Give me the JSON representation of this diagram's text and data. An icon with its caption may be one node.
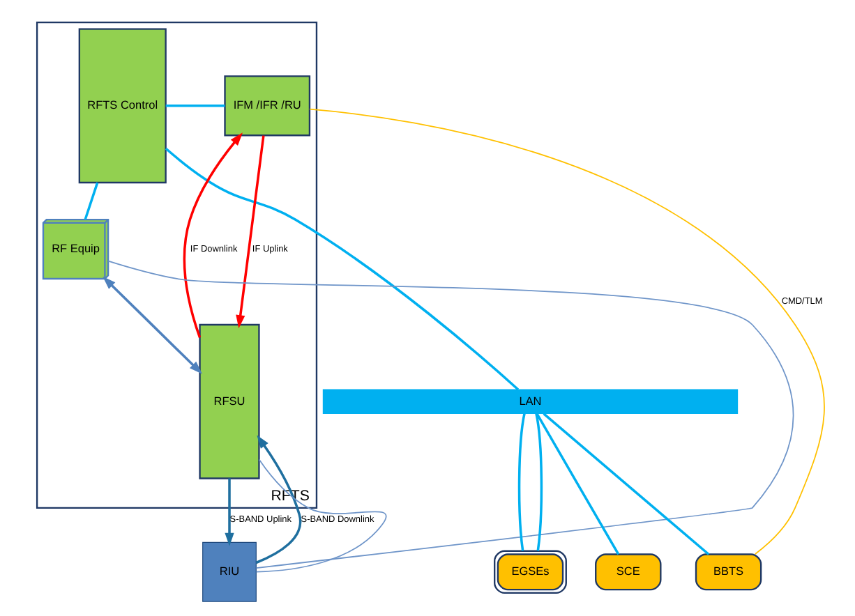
{
  "diagram": {
    "nodes": [
      {
        "text": [
          "RFTS"
        ]
      },
      {
        "text": [
          "RFTS Control"
        ],
        "in": 0
      },
      {
        "text": [
          "IFM /IFR /RU"
        ],
        "in": 0
      },
      {
        "text": [
          "RF Equip"
        ],
        "in": 0
      },
      {
        "text": [
          "RFSU"
        ],
        "in": 0
      },
      {
        "text": [
          "RIU"
        ]
      },
      {
        "text": [
          "LAN"
        ]
      },
      {
        "text": [
          "SCE"
        ]
      },
      {
        "text": [
          "BBTS"
        ]
      },
      {
        "text": [
          "EGSEs"
        ]
      }
    ],
    "edges": [
      {
        "from": 2,
        "to": 4,
        "arrow": "to",
        "label": "IF Uplink",
        "color": "#ff0000"
      },
      {
        "from": 4,
        "to": 2,
        "arrow": "to",
        "label": "IF Downlink",
        "color": "#ff0000"
      },
      {
        "from": 4,
        "to": 5,
        "arrow": "to",
        "label": "S-BAND Uplink",
        "color": "#1f6f9f"
      },
      {
        "from": 5,
        "to": 4,
        "arrow": "to",
        "label": "S-BAND Downlink",
        "color": "#1f6f9f"
      },
      {
        "from": 3,
        "to": 4,
        "arrow": "both",
        "color": "#4f81bd"
      },
      {
        "from": 1,
        "to": 2,
        "arrow": "none"
      },
      {
        "from": 1,
        "to": 3,
        "arrow": "none"
      },
      {
        "from": 5,
        "to": 4,
        "arrow": "none",
        "color": "#6f95c9"
      },
      {
        "from": 5,
        "to": 3,
        "arrow": "none",
        "color": "#6f95c9"
      },
      {
        "from": 1,
        "to": 6,
        "arrow": "none"
      },
      {
        "from": 2,
        "to": 8,
        "arrow": "none",
        "label": "CMD/TLM",
        "color": "#ffc000"
      },
      {
        "from": 6,
        "to": 7,
        "arrow": "none"
      },
      {
        "from": 6,
        "to": 8,
        "arrow": "none"
      },
      {
        "from": 6,
        "to": 9,
        "arrow": "none"
      },
      {
        "from": 6,
        "to": 9,
        "arrow": "none"
      }
    ]
  }
}
